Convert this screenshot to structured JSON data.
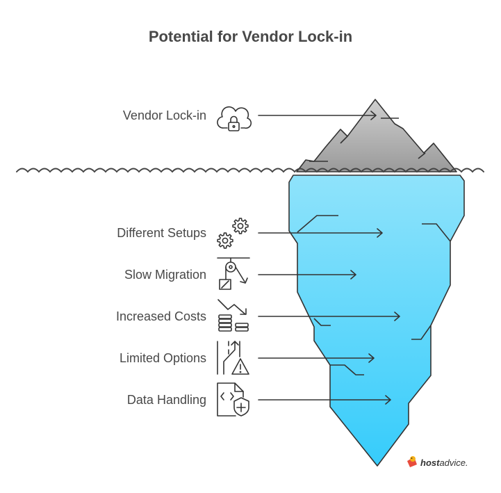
{
  "title": "Potential for Vendor Lock-in",
  "items": [
    {
      "label": "Vendor Lock-in",
      "icon": "cloud-lock-icon"
    },
    {
      "label": "Different Setups",
      "icon": "gears-icon"
    },
    {
      "label": "Slow Migration",
      "icon": "pulley-weight-icon"
    },
    {
      "label": "Increased Costs",
      "icon": "falling-coins-icon"
    },
    {
      "label": "Limited Options",
      "icon": "diverging-path-warning-icon"
    },
    {
      "label": "Data Handling",
      "icon": "code-file-shield-icon"
    }
  ],
  "brand": {
    "bold": "host",
    "rest": "advice."
  },
  "colors": {
    "text": "#484848",
    "rock_top": "#bdbdbd",
    "rock_bottom": "#9e9e9e",
    "ice_top": "#8de2fb",
    "ice_bottom": "#3ccdfb",
    "stroke": "#333333"
  }
}
